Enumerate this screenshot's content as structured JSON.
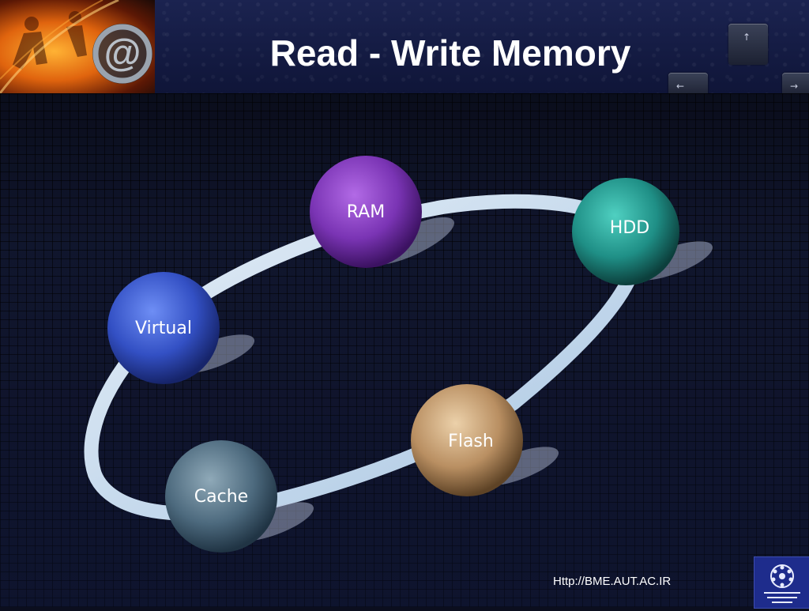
{
  "slide": {
    "title": "Read - Write Memory",
    "footer_url": "Http://BME.AUT.AC.IR"
  },
  "diagram": {
    "type": "cycle",
    "nodes": [
      {
        "id": "ram",
        "label": "RAM",
        "color": "#8a3fc4"
      },
      {
        "id": "hdd",
        "label": "HDD",
        "color": "#2aa79b"
      },
      {
        "id": "virtual",
        "label": "Virtual",
        "color": "#3c5fd8"
      },
      {
        "id": "flash",
        "label": "Flash",
        "color": "#c7a276"
      },
      {
        "id": "cache",
        "label": "Cache",
        "color": "#5f7e93"
      }
    ],
    "ring_color": "#c9dcef"
  },
  "icons": {
    "header_logo": "at-sign-icon",
    "university_logo": "university-emblem-icon"
  }
}
